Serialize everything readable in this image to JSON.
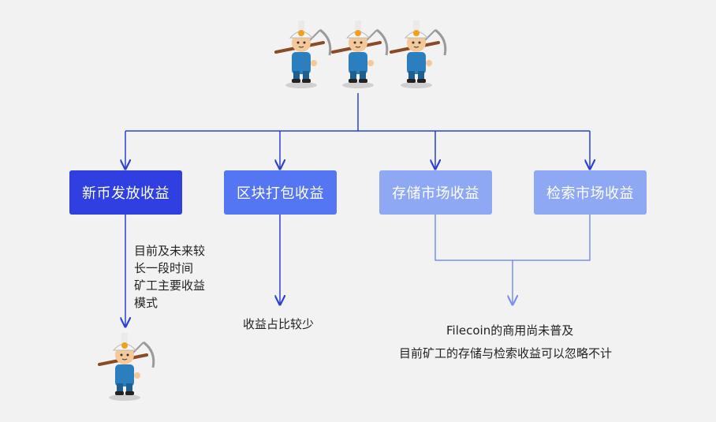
{
  "categories": [
    {
      "label": "新币发放收益",
      "color": "#2f3fe0"
    },
    {
      "label": "区块打包收益",
      "color": "#5576f2"
    },
    {
      "label": "存储市场收益",
      "color": "#8ea8f3"
    },
    {
      "label": "检索市场收益",
      "color": "#8ea8f3"
    }
  ],
  "notes": {
    "new_coin": [
      "目前及未来较",
      "长一段时间",
      "矿工主要收益",
      "模式"
    ],
    "block": "收益占比较少",
    "market_line1": "Filecoin的商用尚未普及",
    "market_line2": "目前矿工的存储与检索收益可以忽略不计"
  },
  "colors": {
    "connector": "#2b3fd6",
    "connector_light": "#7b90ee",
    "background": "#f2f2f2"
  },
  "icons": {
    "miner": "miner-icon"
  }
}
